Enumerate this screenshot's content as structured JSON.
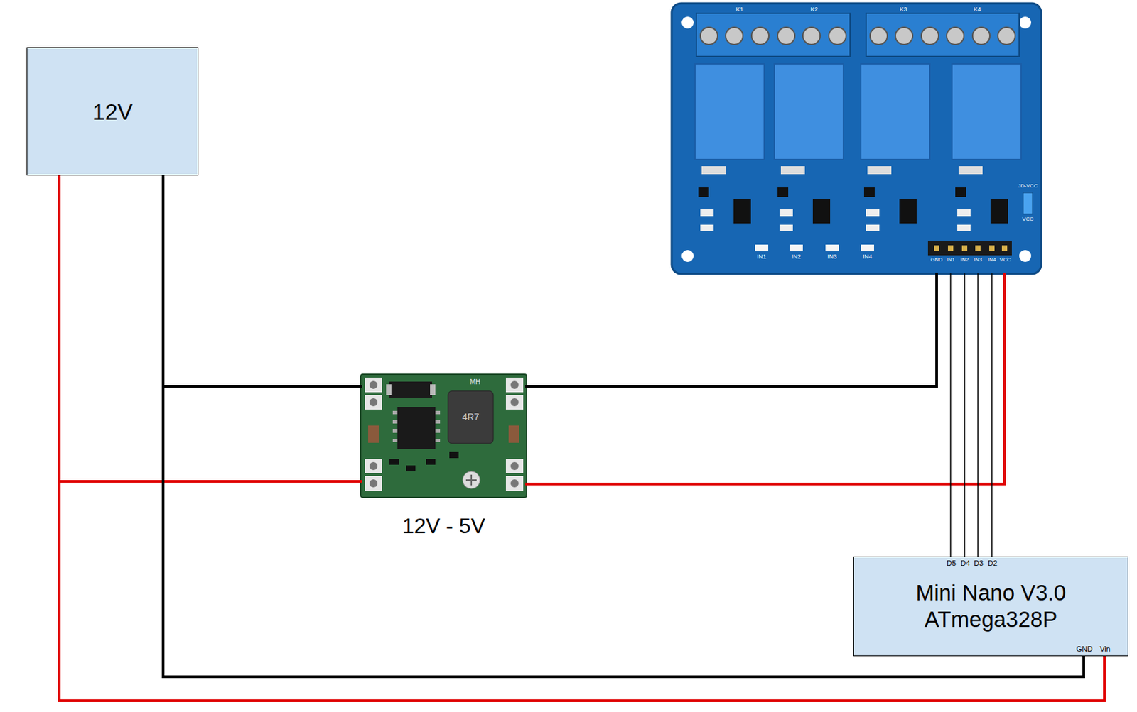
{
  "diagram": {
    "nodes": [
      {
        "text": [
          "12V"
        ]
      },
      {
        "text": [
          "12V - 5V"
        ]
      },
      {
        "text": [
          "K1",
          "K2",
          "K3",
          "K4",
          "IN1",
          "IN2",
          "IN3",
          "IN4",
          "GND",
          "IN1",
          "IN2",
          "IN3",
          "IN4",
          "VCC",
          "JD-VCC",
          "VCC"
        ]
      },
      {
        "text": [
          "Mini Nano V3.0 ATmega328P",
          "D5",
          "D4",
          "D3",
          "D2",
          "GND",
          "Vin"
        ]
      }
    ],
    "edges": [
      {
        "from": 0,
        "to": 1,
        "arrow": "none"
      },
      {
        "from": 0,
        "to": 1,
        "arrow": "none"
      },
      {
        "from": 0,
        "to": 3,
        "arrow": "none"
      },
      {
        "from": 0,
        "to": 3,
        "arrow": "none"
      },
      {
        "from": 1,
        "to": 2,
        "arrow": "none"
      },
      {
        "from": 1,
        "to": 2,
        "arrow": "none"
      },
      {
        "from": 3,
        "to": 2,
        "arrow": "none"
      },
      {
        "from": 3,
        "to": 2,
        "arrow": "none"
      },
      {
        "from": 3,
        "to": 2,
        "arrow": "none"
      },
      {
        "from": 3,
        "to": 2,
        "arrow": "none"
      }
    ],
    "labels": [
      "MH",
      "4R7"
    ]
  }
}
